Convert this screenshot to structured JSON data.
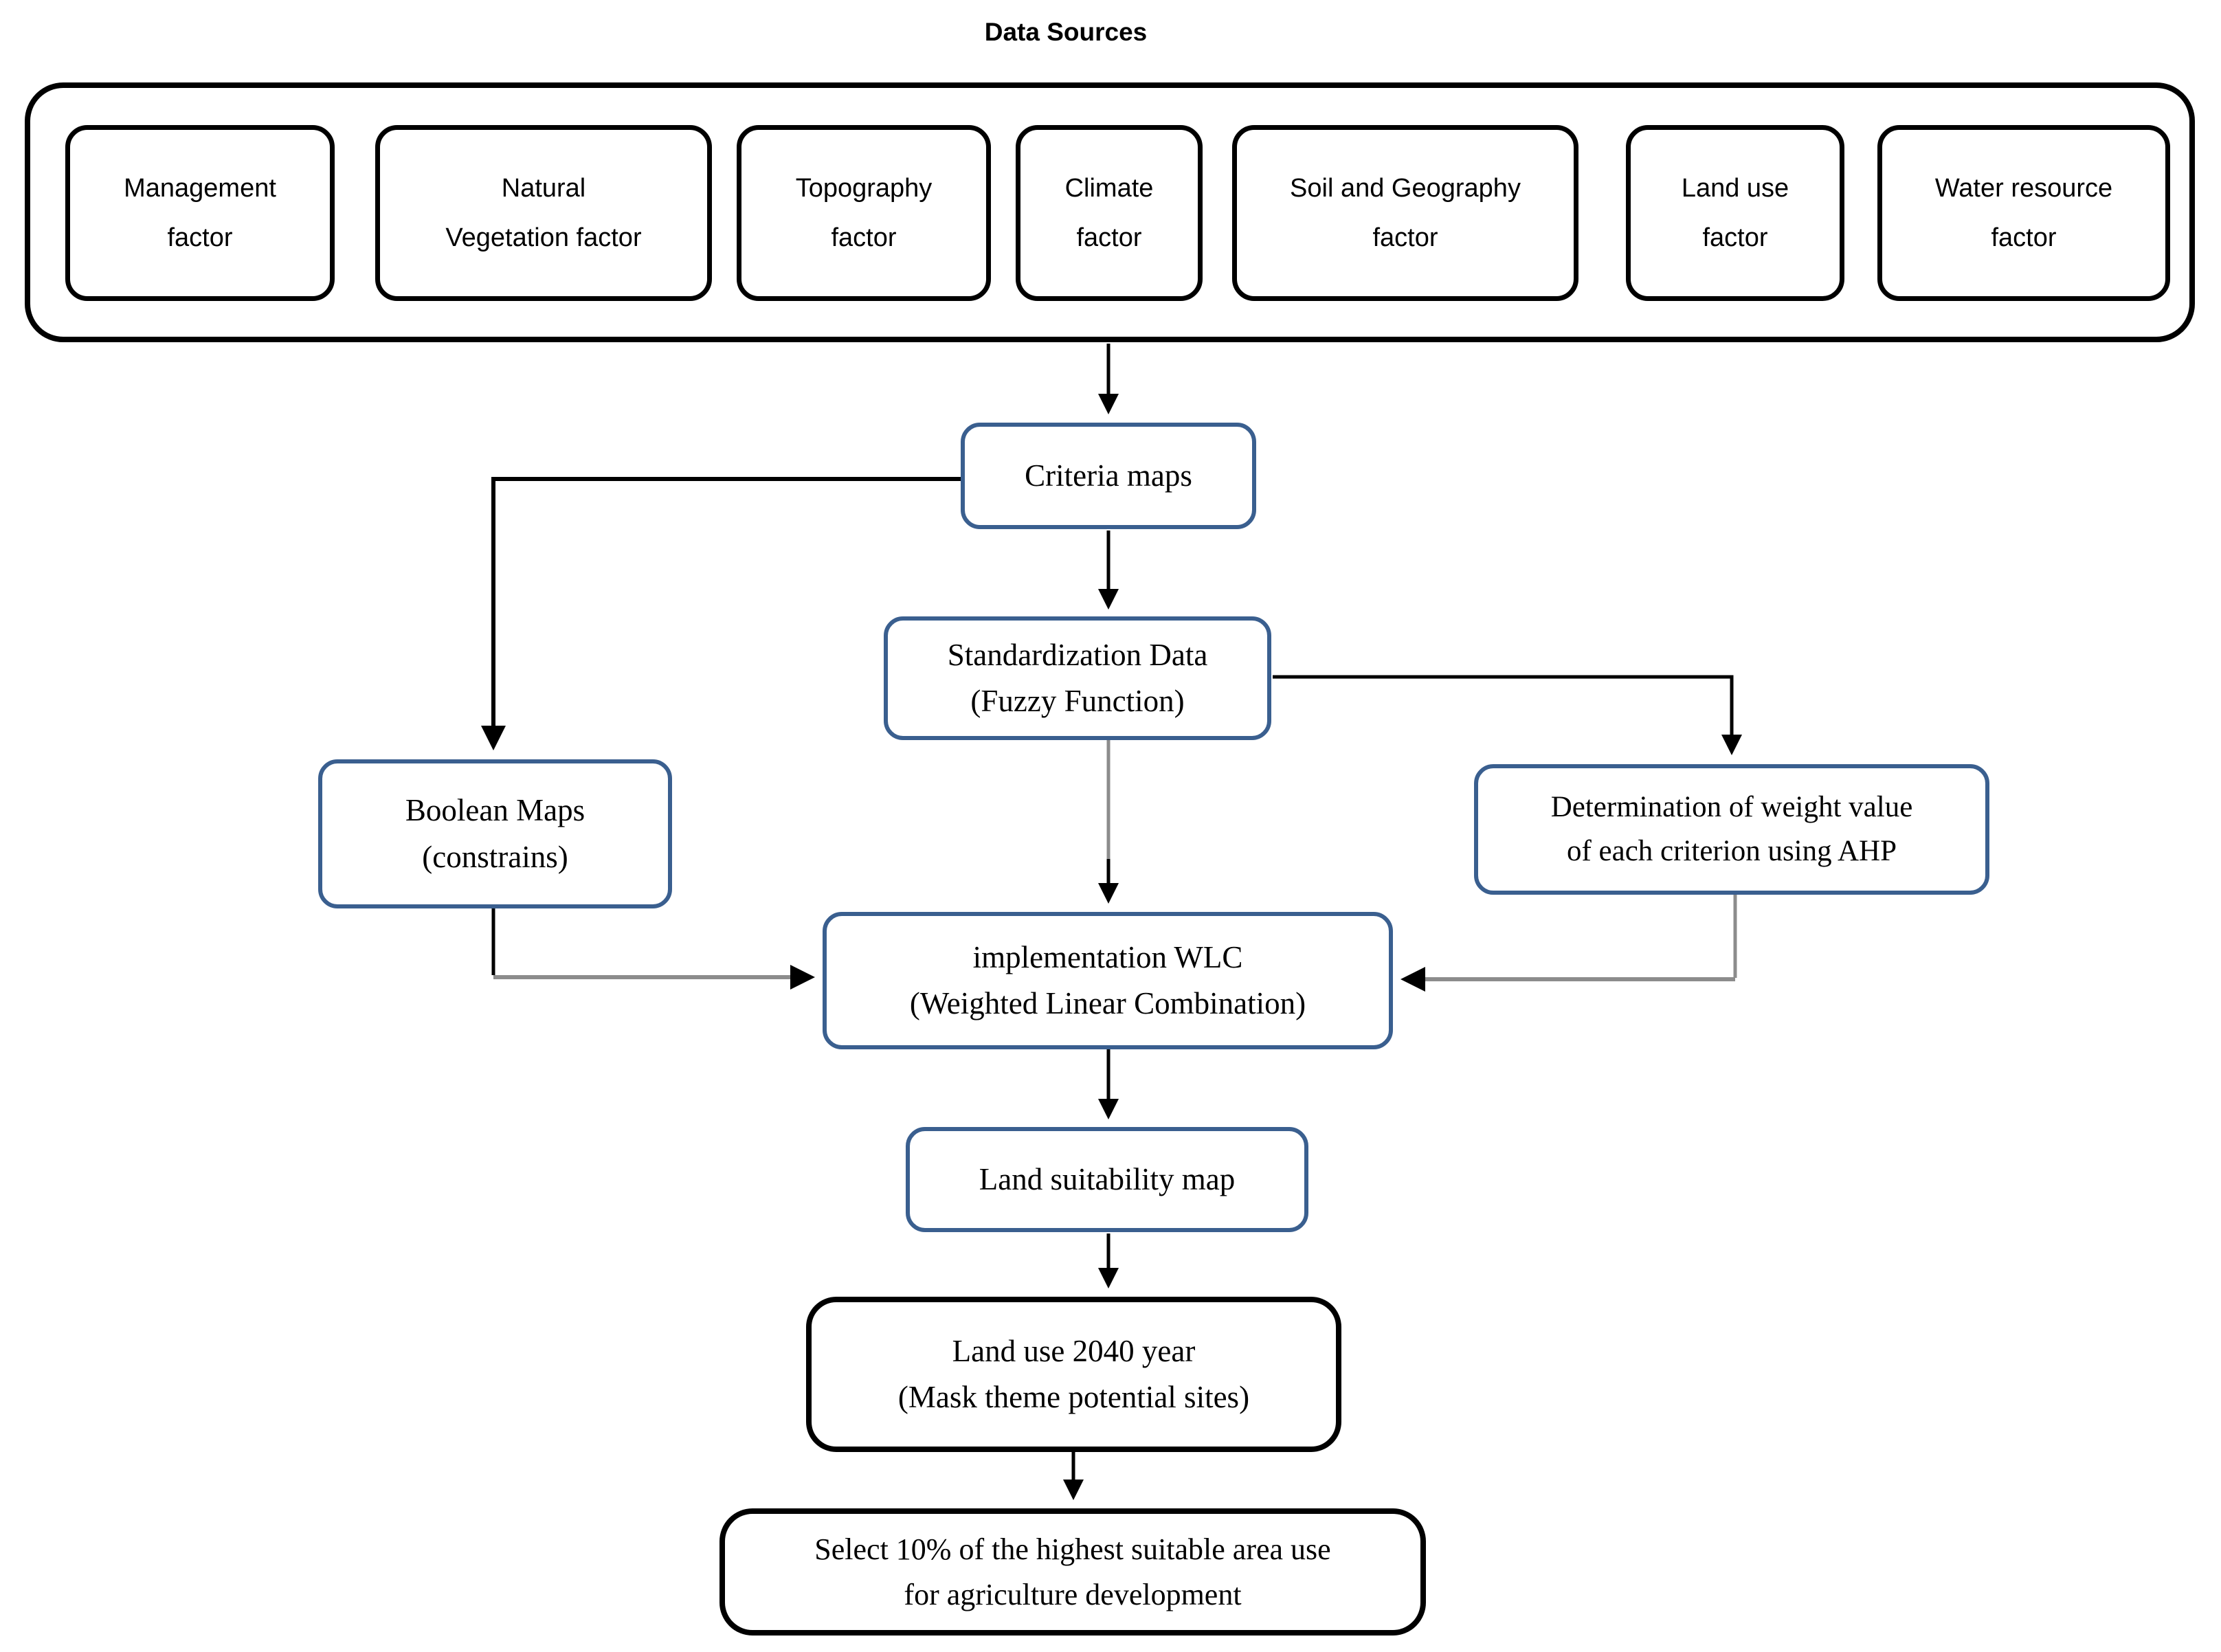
{
  "title": "Data Sources",
  "colors": {
    "node_accent_blue": "#3A5F8F",
    "node_border_black": "#000000",
    "connector_gray": "#8C8C8C",
    "text": "#000000",
    "background": "#FFFFFF"
  },
  "sources": {
    "factors": [
      {
        "line1": "Management",
        "line2": "factor"
      },
      {
        "line1": "Natural",
        "line2": "Vegetation factor"
      },
      {
        "line1": "Topography",
        "line2": "factor"
      },
      {
        "line1": "Climate",
        "line2": "factor"
      },
      {
        "line1": "Soil and Geography",
        "line2": "factor"
      },
      {
        "line1": "Land use",
        "line2": "factor"
      },
      {
        "line1": "Water resource",
        "line2": "factor"
      }
    ]
  },
  "flow": {
    "criteria_maps": {
      "line1": "Criteria maps"
    },
    "standardization": {
      "line1": "Standardization Data",
      "line2": "(Fuzzy Function)"
    },
    "boolean_maps": {
      "line1": "Boolean Maps",
      "line2": "(constrains)"
    },
    "ahp_weights": {
      "line1": "Determination of weight value",
      "line2": "of each criterion using AHP"
    },
    "wlc": {
      "line1": "implementation WLC",
      "line2": "(Weighted Linear Combination)"
    },
    "suitability_map": {
      "line1": "Land suitability map"
    },
    "landuse_2040": {
      "line1": "Land use 2040 year",
      "line2": "(Mask theme potential sites)"
    },
    "select_10": {
      "line1": "Select 10% of the highest suitable area use",
      "line2": "for agriculture development"
    }
  }
}
